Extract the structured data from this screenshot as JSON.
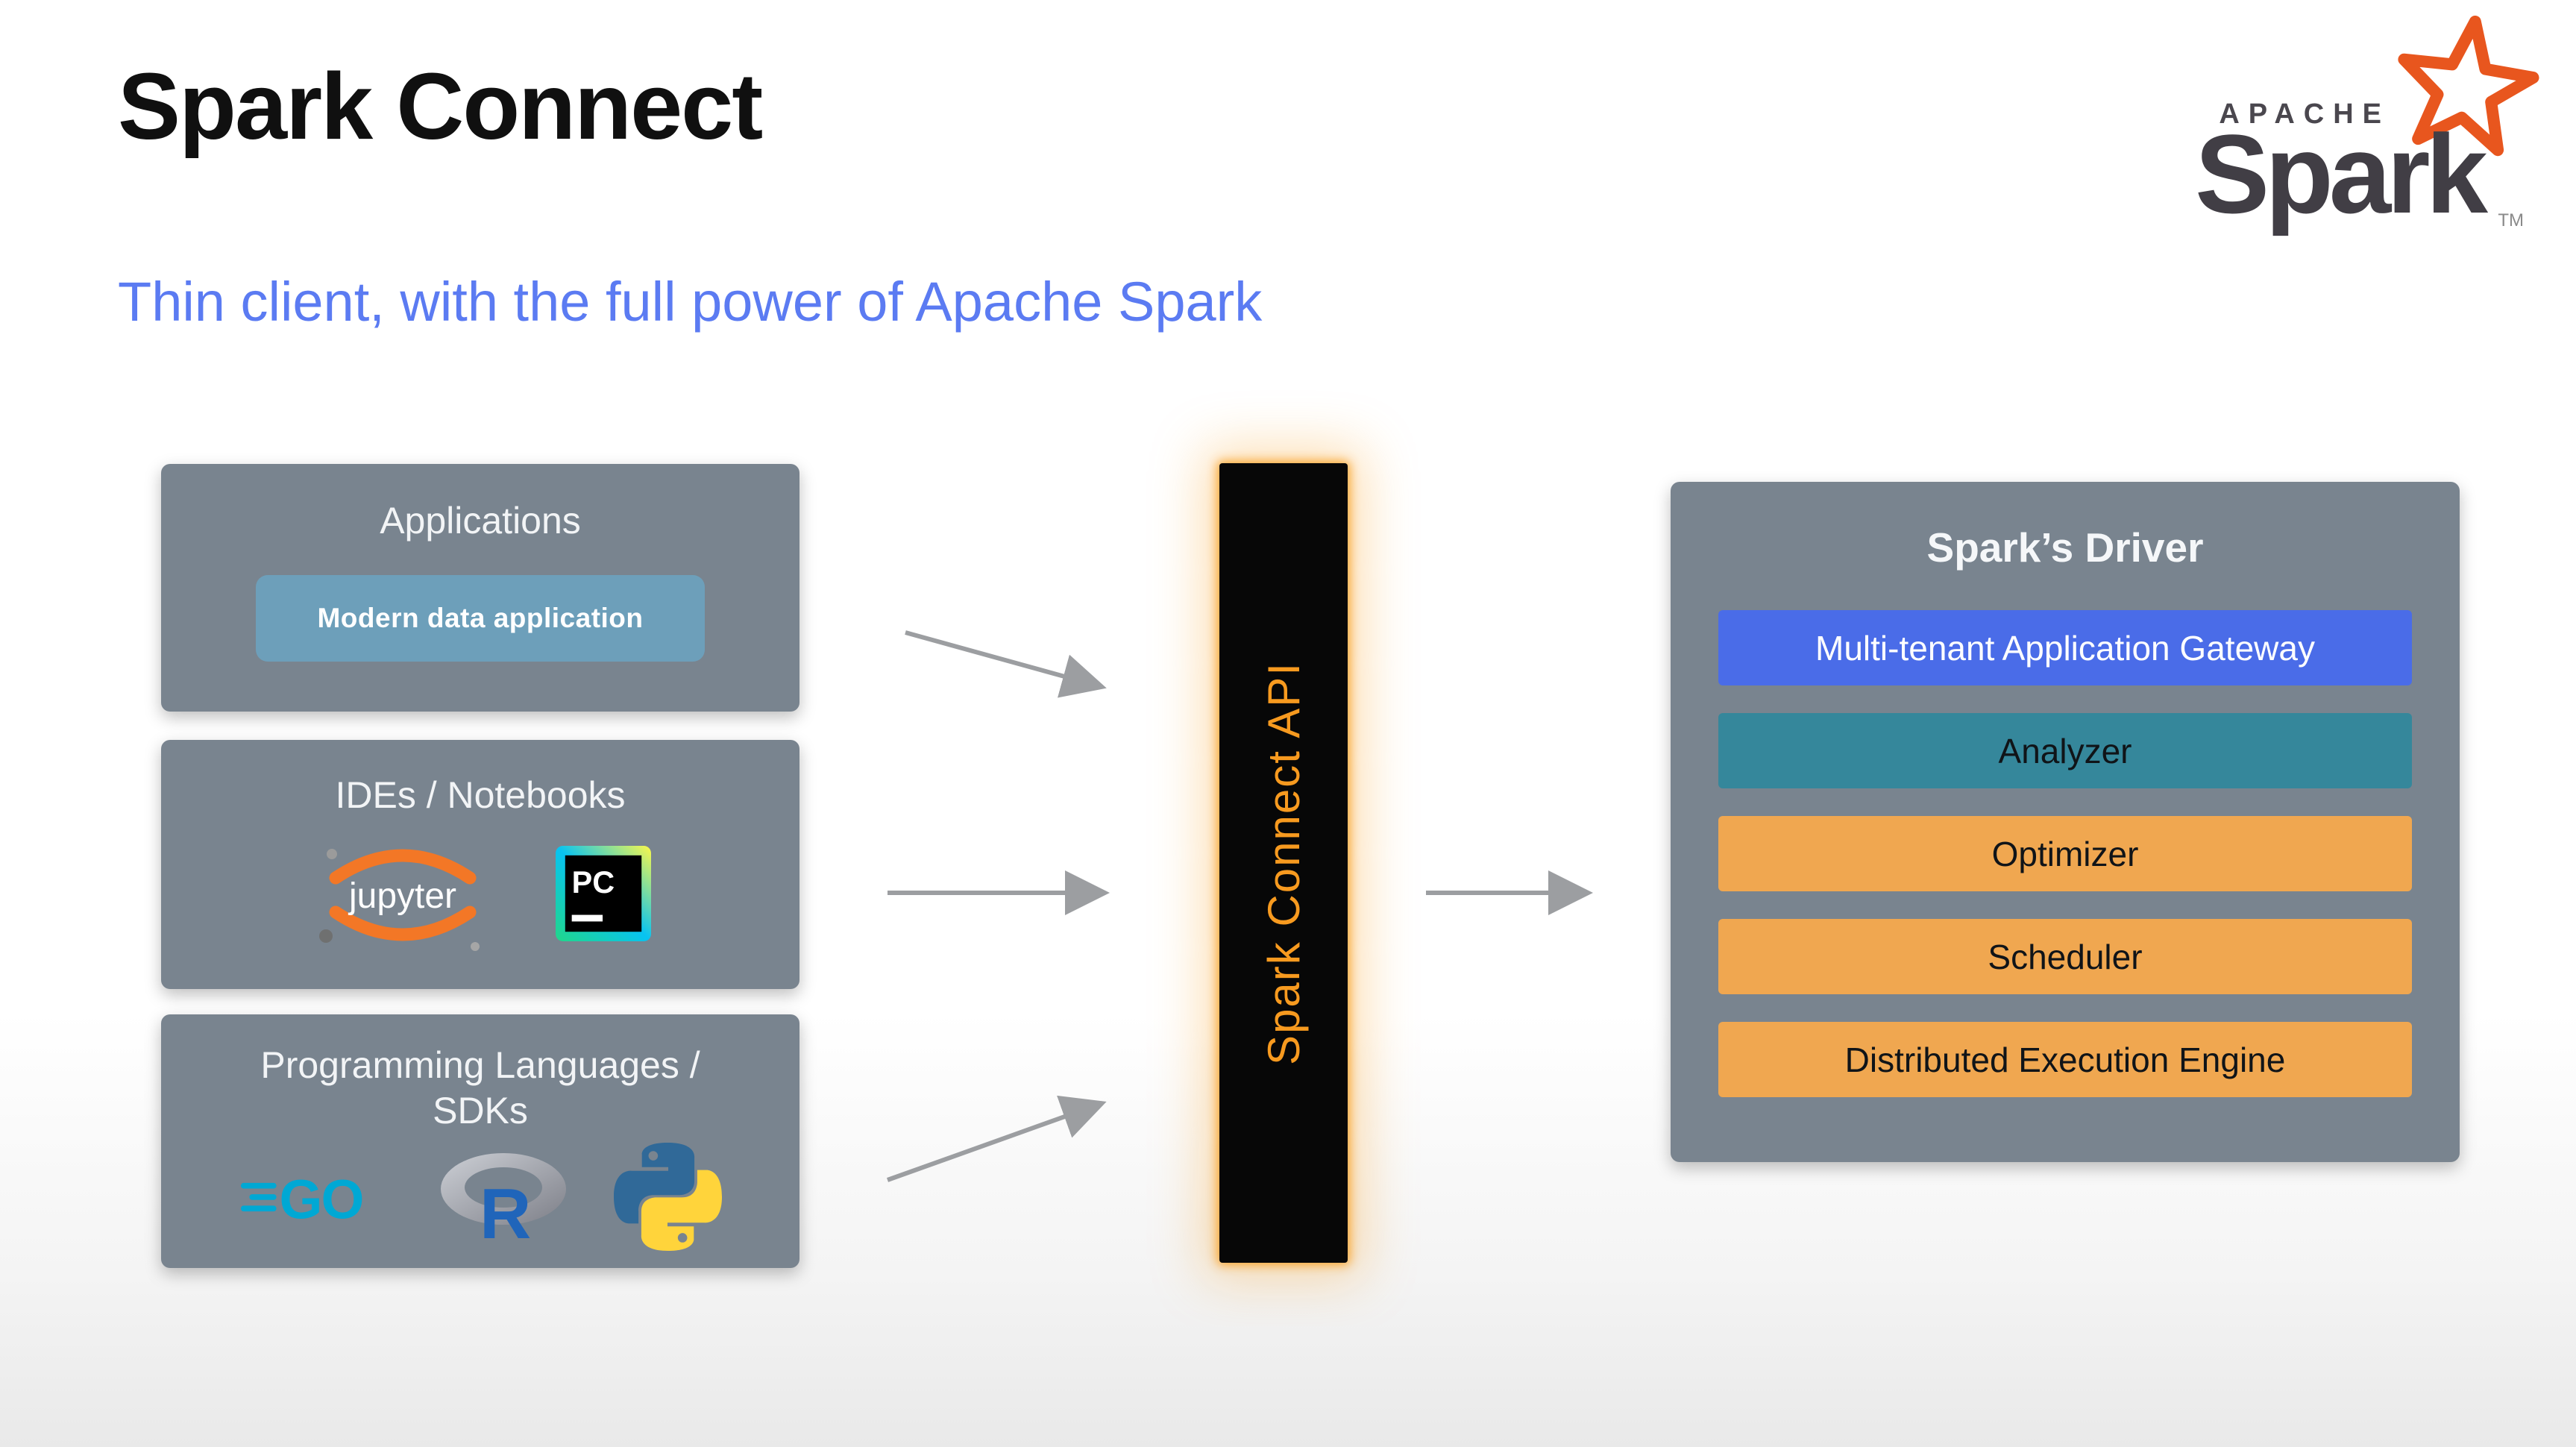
{
  "slide": {
    "title": "Spark Connect",
    "subtitle": "Thin client, with the full power of Apache Spark"
  },
  "spark_logo": {
    "apache": "APACHE",
    "wordmark": "Spark",
    "tm": "TM"
  },
  "sources": {
    "applications": {
      "title": "Applications",
      "item_label": "Modern data application"
    },
    "ides": {
      "title": "IDEs / Notebooks",
      "jupyter_label": "jupyter",
      "pycharm_label": "PC"
    },
    "languages": {
      "title_line1": "Programming Languages /",
      "title_line2": "SDKs",
      "go_label": "GO",
      "r_label": "R"
    }
  },
  "connector": {
    "label": "Spark Connect API"
  },
  "driver": {
    "title": "Spark’s Driver",
    "rows": [
      {
        "label": "Multi-tenant Application Gateway",
        "bg": "#4a6ce8",
        "fg": "#ffffff"
      },
      {
        "label": "Analyzer",
        "bg": "#35879b",
        "fg": "#101418"
      },
      {
        "label": "Optimizer",
        "bg": "#f0a750",
        "fg": "#101418"
      },
      {
        "label": "Scheduler",
        "bg": "#f0a750",
        "fg": "#101418"
      },
      {
        "label": "Distributed Execution Engine",
        "bg": "#f0a750",
        "fg": "#101418"
      }
    ]
  },
  "colors": {
    "subtitle_blue": "#5b7bf2",
    "panel_gray": "#79848f",
    "app_pill_blue": "#6d9fba",
    "connector_bg": "#070707",
    "connector_text_orange": "#f79a1f",
    "connector_glow_orange": "#f99d1c",
    "arrow_gray": "#9c9ea1",
    "gateway_blue": "#4a6ce8",
    "analyzer_teal": "#35879b",
    "engine_orange": "#f0a750",
    "spark_logo_orange": "#e8561e",
    "spark_logo_gray": "#413e45",
    "jupyter_orange": "#f37726",
    "go_cyan": "#00a8d4",
    "r_blue": "#2065ba",
    "python_blue": "#306998",
    "python_yellow": "#ffd43b"
  }
}
